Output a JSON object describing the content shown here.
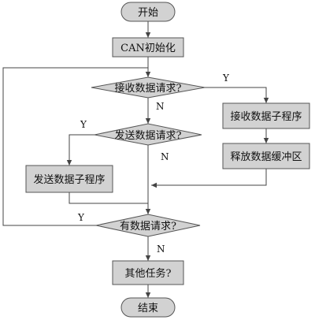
{
  "diagram": {
    "start": "开始",
    "init": "CAN初始化",
    "receive_check": "接收数据请求?",
    "receive_sub": "接收数据子程序",
    "release_buffer": "释放数据缓冲区",
    "send_check": "发送数据请求?",
    "send_sub": "发送数据子程序",
    "data_check": "有数据请求?",
    "other_task": "其他任务?",
    "end": "结束",
    "yes": "Y",
    "no": "N"
  }
}
